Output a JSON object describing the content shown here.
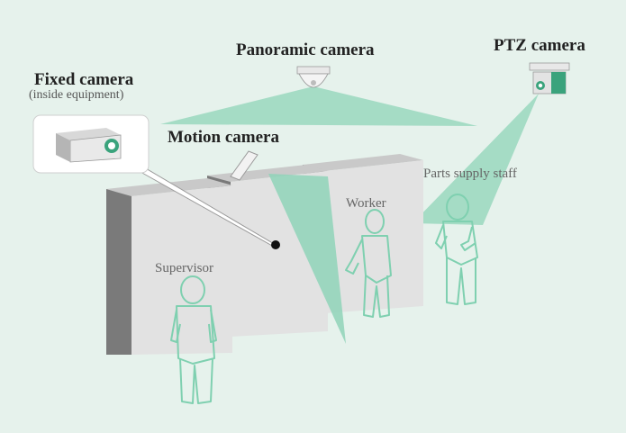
{
  "labels": {
    "panoramic_camera": "Panoramic camera",
    "ptz_camera": "PTZ camera",
    "fixed_camera": "Fixed camera",
    "fixed_camera_note": "(inside equipment)",
    "motion_camera": "Motion camera",
    "parts_supply_staff": "Parts supply staff",
    "worker": "Worker",
    "supervisor": "Supervisor"
  },
  "colors": {
    "background": "#e6f2ec",
    "camera_view": "#8fd4b8",
    "person_outline": "#7fd0b0",
    "equipment_front": "#e2e2e2",
    "equipment_side": "#7a7a7a",
    "equipment_top": "#c9c9c9",
    "accent_green": "#3aa37c"
  }
}
